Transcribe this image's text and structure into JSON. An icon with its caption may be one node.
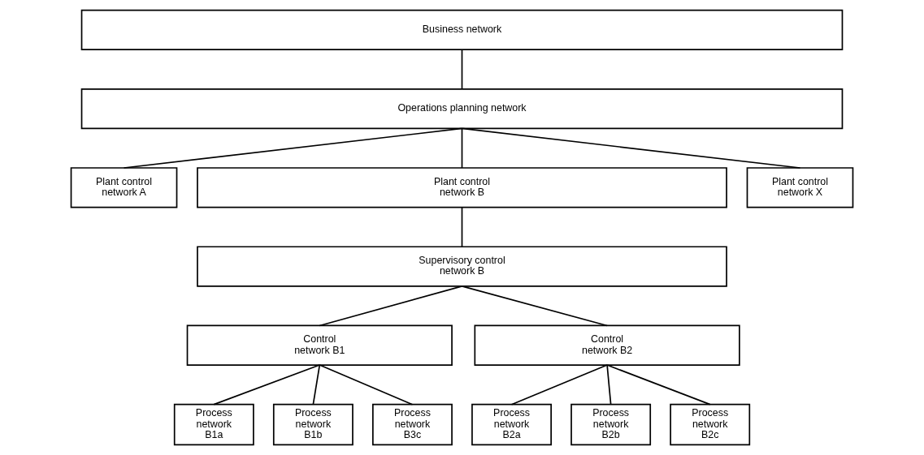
{
  "diagram": {
    "nodes": [
      {
        "text": [
          "Business network"
        ]
      },
      {
        "text": [
          "Operations planning network"
        ]
      },
      {
        "text": [
          "Plant control network A"
        ]
      },
      {
        "text": [
          "Plant control network B"
        ]
      },
      {
        "text": [
          "Plant control network X"
        ]
      },
      {
        "text": [
          "Supervisory control network B"
        ]
      },
      {
        "text": [
          "Control network B1"
        ]
      },
      {
        "text": [
          "Control network B2"
        ]
      },
      {
        "text": [
          "Process network B1a"
        ]
      },
      {
        "text": [
          "Process network B1b"
        ]
      },
      {
        "text": [
          "Process network B3c"
        ]
      },
      {
        "text": [
          "Process network B2a"
        ]
      },
      {
        "text": [
          "Process network B2b"
        ]
      },
      {
        "text": [
          "Process network B2c"
        ]
      }
    ],
    "edges": [
      {
        "from": 0,
        "to": 1,
        "arrow": "none"
      },
      {
        "from": 1,
        "to": 2,
        "arrow": "none"
      },
      {
        "from": 1,
        "to": 3,
        "arrow": "none"
      },
      {
        "from": 1,
        "to": 4,
        "arrow": "none"
      },
      {
        "from": 3,
        "to": 5,
        "arrow": "none"
      },
      {
        "from": 5,
        "to": 6,
        "arrow": "none"
      },
      {
        "from": 5,
        "to": 7,
        "arrow": "none"
      },
      {
        "from": 6,
        "to": 8,
        "arrow": "none"
      },
      {
        "from": 6,
        "to": 9,
        "arrow": "none"
      },
      {
        "from": 6,
        "to": 10,
        "arrow": "none"
      },
      {
        "from": 7,
        "to": 11,
        "arrow": "none"
      },
      {
        "from": 7,
        "to": 12,
        "arrow": "none"
      },
      {
        "from": 7,
        "to": 13,
        "arrow": "none"
      }
    ]
  }
}
